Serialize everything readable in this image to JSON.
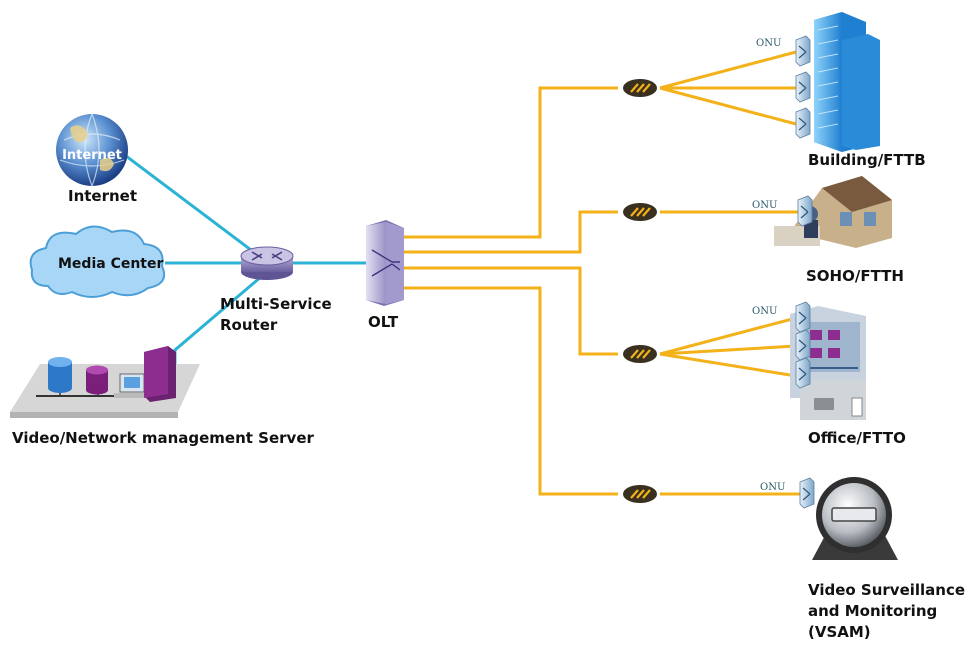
{
  "colors": {
    "backbone_link": "#2bb3d6",
    "fiber_link": "#f3b21a",
    "splitter": "#3a3020",
    "cloud": "#9fd2f5",
    "building": "#3aa7e6"
  },
  "nodes": {
    "internet": {
      "label": "Internet",
      "icon_text": "Internet",
      "icon": "globe-icon"
    },
    "media_center": {
      "label": "Media Center",
      "icon": "cloud-icon"
    },
    "server": {
      "label": "Video/Network management Server",
      "icon": "server-rack-icon"
    },
    "router": {
      "label": "Multi-Service\nRouter",
      "icon": "router-icon"
    },
    "olt": {
      "label": "OLT",
      "icon": "olt-icon"
    },
    "building": {
      "label": "Building/FTTB",
      "icon": "building-icon"
    },
    "soho": {
      "label": "SOHO/FTTH",
      "icon": "house-icon"
    },
    "office": {
      "label": "Office/FTTO",
      "icon": "office-icon"
    },
    "vsam": {
      "label": "Video Surveillance\nand Monitoring\n(VSAM)",
      "icon": "camera-dome-icon"
    }
  },
  "onu_label": "ONU"
}
